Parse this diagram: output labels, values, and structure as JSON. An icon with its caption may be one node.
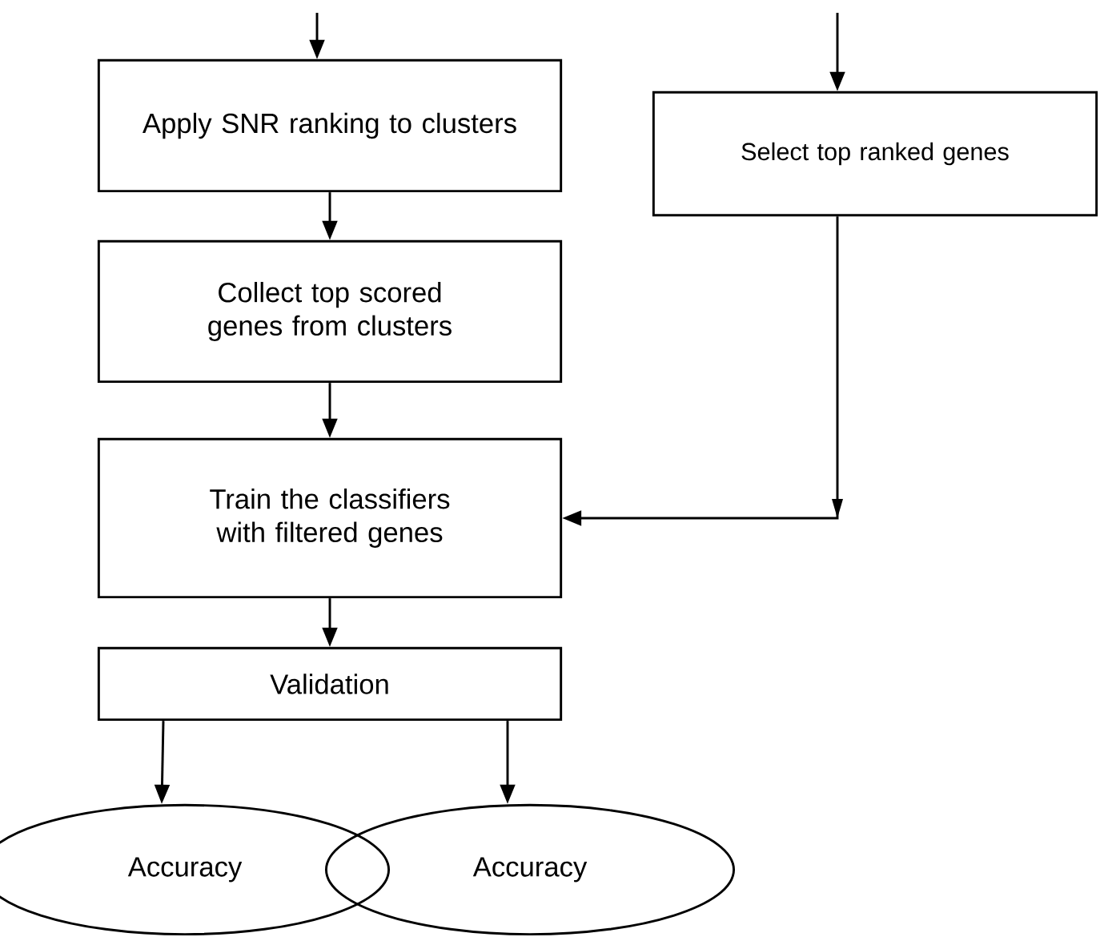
{
  "diagram": {
    "nodes": [
      {
        "text": [
          "Apply SNR ranking to clusters"
        ]
      },
      {
        "text": [
          "Select top ranked genes"
        ]
      },
      {
        "text": [
          "Collect top scored genes from clusters"
        ]
      },
      {
        "text": [
          "Train the classifiers with filtered genes"
        ]
      },
      {
        "text": [
          "Validation"
        ]
      },
      {
        "text": [
          "Accuracy"
        ]
      },
      {
        "text": [
          "Accuracy"
        ]
      }
    ],
    "edges": [
      {
        "from": null,
        "to": 0,
        "arrow": "to"
      },
      {
        "from": null,
        "to": 1,
        "arrow": "to"
      },
      {
        "from": 0,
        "to": 2,
        "arrow": "to"
      },
      {
        "from": 2,
        "to": 3,
        "arrow": "to"
      },
      {
        "from": 1,
        "to": 3,
        "arrow": "to"
      },
      {
        "from": 3,
        "to": 4,
        "arrow": "to"
      },
      {
        "from": 4,
        "to": 5,
        "arrow": "to"
      },
      {
        "from": 4,
        "to": 6,
        "arrow": "to"
      }
    ]
  }
}
